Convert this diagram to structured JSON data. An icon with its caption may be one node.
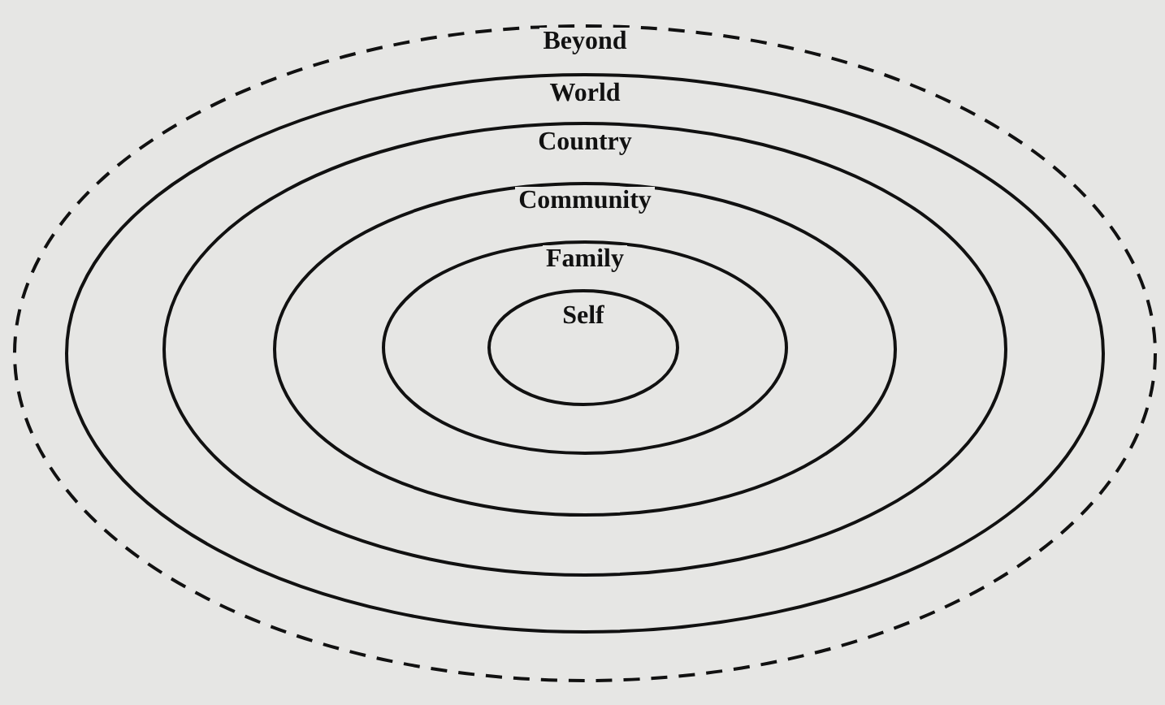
{
  "diagram": {
    "nodes": [
      {
        "text": [
          "Beyond"
        ]
      },
      {
        "text": [
          "World"
        ],
        "in": 0
      },
      {
        "text": [
          "Country"
        ],
        "in": 1
      },
      {
        "text": [
          "Community"
        ],
        "in": 2
      },
      {
        "text": [
          "Family"
        ],
        "in": 3
      },
      {
        "text": [
          "Self"
        ],
        "in": 4
      }
    ]
  }
}
